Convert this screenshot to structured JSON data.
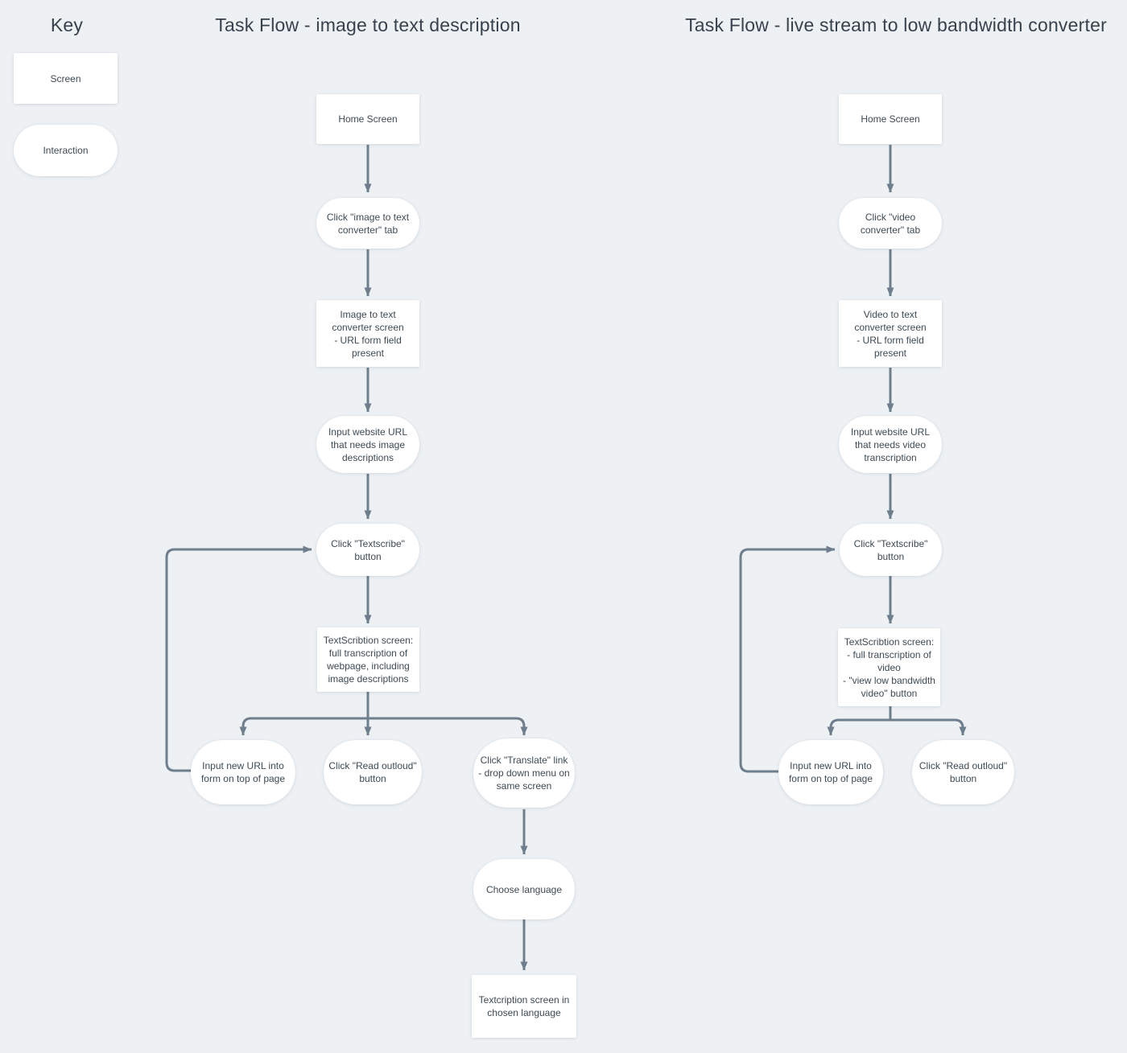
{
  "colors": {
    "background": "#edf1f4",
    "node_fill": "#ffffff",
    "text": "#3e4a54",
    "title": "#37424d",
    "connector": "#6e7e8c"
  },
  "key": {
    "title": "Key",
    "items": [
      {
        "label": "Screen",
        "shape": "rect"
      },
      {
        "label": "Interaction",
        "shape": "pill"
      }
    ]
  },
  "flows": [
    {
      "title": "Task Flow - image to text description",
      "nodes": [
        {
          "shape": "rect",
          "label": "Home Screen"
        },
        {
          "shape": "pill",
          "label": "Click \"image to text\nconverter\" tab"
        },
        {
          "shape": "rect",
          "label": "Image to text\nconverter screen\n- URL form field\npresent"
        },
        {
          "shape": "pill",
          "label": "Input website URL\nthat needs image\ndescriptions"
        },
        {
          "shape": "pill",
          "label": "Click \"Textscribe\"\nbutton"
        },
        {
          "shape": "rect",
          "label": "TextScribtion screen:\nfull transcription of\nwebpage, including\nimage descriptions"
        },
        {
          "shape": "pill",
          "label": "Input new URL into\nform on top of page"
        },
        {
          "shape": "pill",
          "label": "Click \"Read outloud\"\nbutton"
        },
        {
          "shape": "pill",
          "label": "Click \"Translate\" link\n- drop down menu on\nsame screen"
        },
        {
          "shape": "pill",
          "label": "Choose language"
        },
        {
          "shape": "rect",
          "label": "Textcription screen in\nchosen language"
        }
      ]
    },
    {
      "title": "Task Flow - live stream to low bandwidth converter",
      "nodes": [
        {
          "shape": "rect",
          "label": "Home Screen"
        },
        {
          "shape": "pill",
          "label": "Click \"video\nconverter\" tab"
        },
        {
          "shape": "rect",
          "label": "Video to text\nconverter screen\n- URL form field\npresent"
        },
        {
          "shape": "pill",
          "label": "Input website URL\nthat needs video\ntranscription"
        },
        {
          "shape": "pill",
          "label": "Click \"Textscribe\"\nbutton"
        },
        {
          "shape": "rect",
          "label": "TextScribtion screen:\n- full transcription of\nvideo\n- \"view low bandwidth\nvideo\" button"
        },
        {
          "shape": "pill",
          "label": "Input new URL into\nform on top of page"
        },
        {
          "shape": "pill",
          "label": "Click \"Read outloud\"\nbutton"
        }
      ]
    }
  ]
}
